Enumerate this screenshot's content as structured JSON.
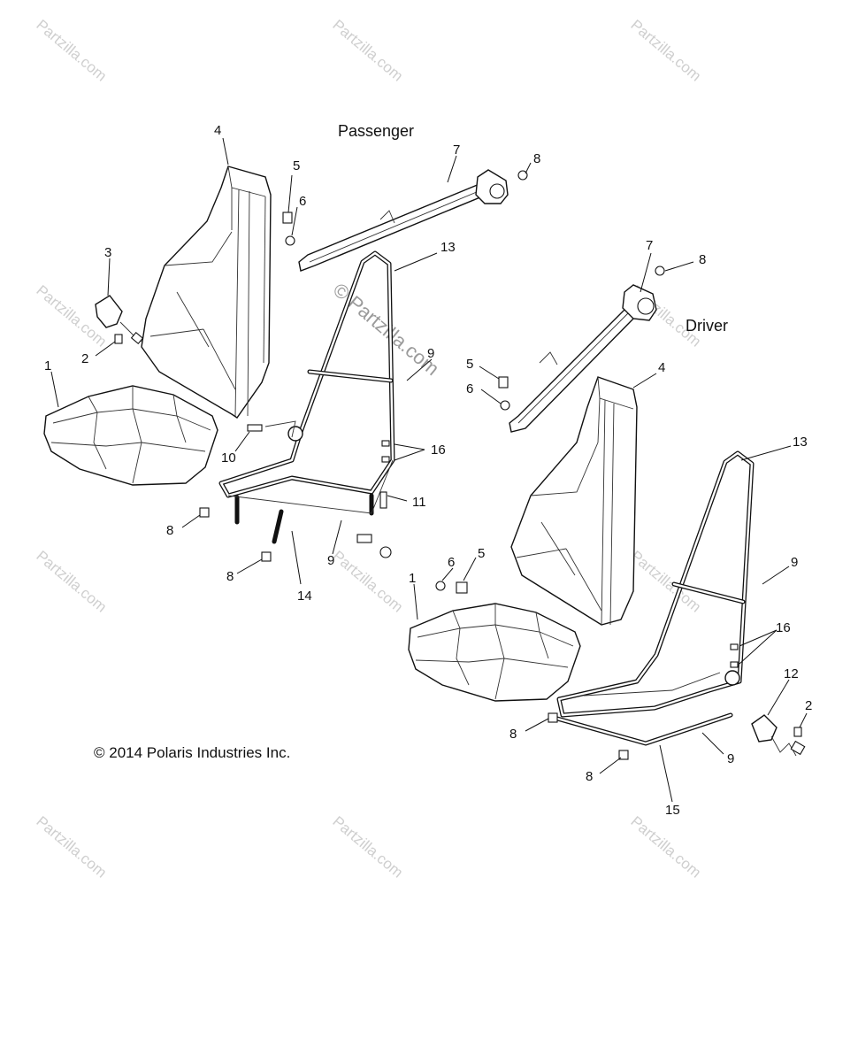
{
  "headings": {
    "passenger": "Passenger",
    "driver": "Driver"
  },
  "copyright": "© 2014 Polaris Industries Inc.",
  "watermark": "Partzilla.com",
  "watermark_center": "© Partzilla.com",
  "callouts": [
    "1",
    "2",
    "3",
    "4",
    "5",
    "6",
    "7",
    "8",
    "9",
    "10",
    "11",
    "12",
    "13",
    "14",
    "15",
    "16"
  ]
}
